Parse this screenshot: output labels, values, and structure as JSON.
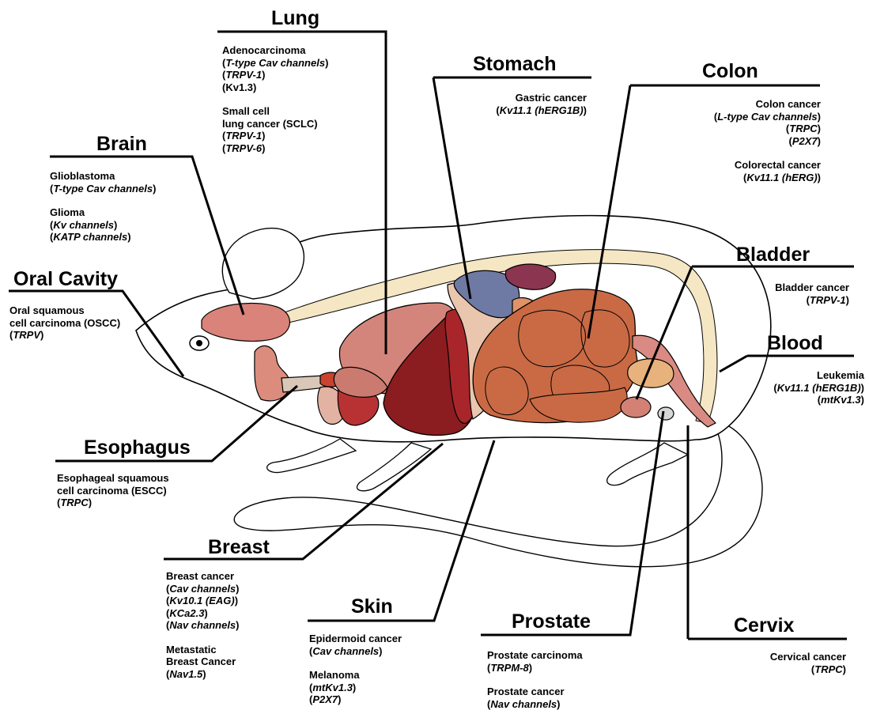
{
  "regions": {
    "brain": {
      "title": "Brain",
      "blocks": [
        {
          "lines": [
            [
              {
                "t": "Glioblastoma"
              }
            ],
            [
              {
                "t": "("
              },
              {
                "t": "T-type Cav channels",
                "i": true
              },
              {
                "t": ")"
              }
            ]
          ]
        },
        {
          "lines": [
            [
              {
                "t": "Glioma"
              }
            ],
            [
              {
                "t": "("
              },
              {
                "t": "Kv channels",
                "i": true
              },
              {
                "t": ")"
              }
            ],
            [
              {
                "t": "("
              },
              {
                "t": "KATP channels",
                "i": true
              },
              {
                "t": ")"
              }
            ]
          ]
        }
      ]
    },
    "lung": {
      "title": "Lung",
      "blocks": [
        {
          "lines": [
            [
              {
                "t": "Adenocarcinoma"
              }
            ],
            [
              {
                "t": "("
              },
              {
                "t": "T-type Cav channels",
                "i": true
              },
              {
                "t": ")"
              }
            ],
            [
              {
                "t": "("
              },
              {
                "t": "TRPV-1",
                "i": true
              },
              {
                "t": ")"
              }
            ],
            [
              {
                "t": "(Kv1.3)"
              }
            ]
          ]
        },
        {
          "lines": [
            [
              {
                "t": "Small cell"
              }
            ],
            [
              {
                "t": "lung cancer (SCLC)"
              }
            ],
            [
              {
                "t": "("
              },
              {
                "t": "TRPV-1",
                "i": true
              },
              {
                "t": ")"
              }
            ],
            [
              {
                "t": "("
              },
              {
                "t": "TRPV-6",
                "i": true
              },
              {
                "t": ")"
              }
            ]
          ]
        }
      ]
    },
    "stomach": {
      "title": "Stomach",
      "blocks": [
        {
          "lines": [
            [
              {
                "t": "Gastric cancer"
              }
            ],
            [
              {
                "t": "("
              },
              {
                "t": "Kv11.1 (hERG1B)",
                "i": true
              },
              {
                "t": ")"
              }
            ]
          ]
        }
      ]
    },
    "colon": {
      "title": "Colon",
      "blocks": [
        {
          "lines": [
            [
              {
                "t": "Colon cancer"
              }
            ],
            [
              {
                "t": "("
              },
              {
                "t": "L-type Cav channels",
                "i": true
              },
              {
                "t": ")"
              }
            ],
            [
              {
                "t": "("
              },
              {
                "t": "TRPC",
                "i": true
              },
              {
                "t": ")"
              }
            ],
            [
              {
                "t": "("
              },
              {
                "t": "P2X7",
                "i": true
              },
              {
                "t": ")"
              }
            ]
          ]
        },
        {
          "lines": [
            [
              {
                "t": "Colorectal cancer"
              }
            ],
            [
              {
                "t": "("
              },
              {
                "t": "Kv11.1 (hERG)",
                "i": true
              },
              {
                "t": ")"
              }
            ]
          ]
        }
      ]
    },
    "oral_cavity": {
      "title": "Oral Cavity",
      "blocks": [
        {
          "lines": [
            [
              {
                "t": "Oral squamous"
              }
            ],
            [
              {
                "t": "cell carcinoma (OSCC)"
              }
            ],
            [
              {
                "t": "("
              },
              {
                "t": "TRPV",
                "i": true
              },
              {
                "t": ")"
              }
            ]
          ]
        }
      ]
    },
    "bladder": {
      "title": "Bladder",
      "blocks": [
        {
          "lines": [
            [
              {
                "t": "Bladder cancer"
              }
            ],
            [
              {
                "t": "("
              },
              {
                "t": "TRPV-1",
                "i": true
              },
              {
                "t": ")"
              }
            ]
          ]
        }
      ]
    },
    "blood": {
      "title": "Blood",
      "blocks": [
        {
          "lines": [
            [
              {
                "t": "Leukemia"
              }
            ],
            [
              {
                "t": "("
              },
              {
                "t": "Kv11.1 (hERG1B)",
                "i": true
              },
              {
                "t": ")"
              }
            ],
            [
              {
                "t": "("
              },
              {
                "t": "mtKv1.3",
                "i": true
              },
              {
                "t": ")"
              }
            ]
          ]
        }
      ]
    },
    "esophagus": {
      "title": "Esophagus",
      "blocks": [
        {
          "lines": [
            [
              {
                "t": "Esophageal squamous"
              }
            ],
            [
              {
                "t": "cell carcinoma (ESCC)"
              }
            ],
            [
              {
                "t": "("
              },
              {
                "t": "TRPC",
                "i": true
              },
              {
                "t": ")"
              }
            ]
          ]
        }
      ]
    },
    "breast": {
      "title": "Breast",
      "blocks": [
        {
          "lines": [
            [
              {
                "t": "Breast cancer"
              }
            ],
            [
              {
                "t": "("
              },
              {
                "t": "Cav channels",
                "i": true
              },
              {
                "t": ")"
              }
            ],
            [
              {
                "t": "("
              },
              {
                "t": "Kv10.1 (EAG)",
                "i": true
              },
              {
                "t": ")"
              }
            ],
            [
              {
                "t": "("
              },
              {
                "t": "KCa2.3",
                "i": true
              },
              {
                "t": ")"
              }
            ],
            [
              {
                "t": "("
              },
              {
                "t": "Nav channels",
                "i": true
              },
              {
                "t": ")"
              }
            ]
          ]
        },
        {
          "lines": [
            [
              {
                "t": "Metastatic"
              }
            ],
            [
              {
                "t": "Breast Cancer"
              }
            ],
            [
              {
                "t": "("
              },
              {
                "t": "Nav1.5",
                "i": true
              },
              {
                "t": ")"
              }
            ]
          ]
        }
      ]
    },
    "skin": {
      "title": "Skin",
      "blocks": [
        {
          "lines": [
            [
              {
                "t": "Epidermoid cancer"
              }
            ],
            [
              {
                "t": "("
              },
              {
                "t": "Cav channels",
                "i": true
              },
              {
                "t": ")"
              }
            ]
          ]
        },
        {
          "lines": [
            [
              {
                "t": "Melanoma"
              }
            ],
            [
              {
                "t": "("
              },
              {
                "t": "mtKv1.3",
                "i": true
              },
              {
                "t": ")"
              }
            ],
            [
              {
                "t": "("
              },
              {
                "t": "P2X7",
                "i": true
              },
              {
                "t": ")"
              }
            ]
          ]
        }
      ]
    },
    "prostate": {
      "title": "Prostate",
      "blocks": [
        {
          "lines": [
            [
              {
                "t": "Prostate carcinoma"
              }
            ],
            [
              {
                "t": "("
              },
              {
                "t": "TRPM-8",
                "i": true
              },
              {
                "t": ")"
              }
            ]
          ]
        },
        {
          "lines": [
            [
              {
                "t": "Prostate cancer"
              }
            ],
            [
              {
                "t": "("
              },
              {
                "t": "Nav channels",
                "i": true
              },
              {
                "t": ")"
              }
            ]
          ]
        }
      ]
    },
    "cervix": {
      "title": "Cervix",
      "blocks": [
        {
          "lines": [
            [
              {
                "t": "Cervical cancer"
              }
            ],
            [
              {
                "t": "("
              },
              {
                "t": "TRPC",
                "i": true
              },
              {
                "t": ")"
              }
            ]
          ]
        }
      ]
    }
  },
  "colors": {
    "outline": "#000000",
    "spine": "#f5e6c4",
    "brain": "#d9837a",
    "lung": "#d4857b",
    "heart": "#8b1c20",
    "heart_mid": "#a8262a",
    "liver": "#e9c6ad",
    "stomach_blue": "#6e7aa3",
    "spleen": "#8b3550",
    "intestine": "#c96a45",
    "colon_light": "#df9468",
    "kidney": "#e8b27c",
    "bladder": "#d28174",
    "cervix": "#d6d6d6",
    "uterus": "#d98a82",
    "esophagus": "#d9c7b8",
    "thyroid": "#c9432f",
    "thymus": "#e2b2a3",
    "oral": "#db8c7c"
  }
}
